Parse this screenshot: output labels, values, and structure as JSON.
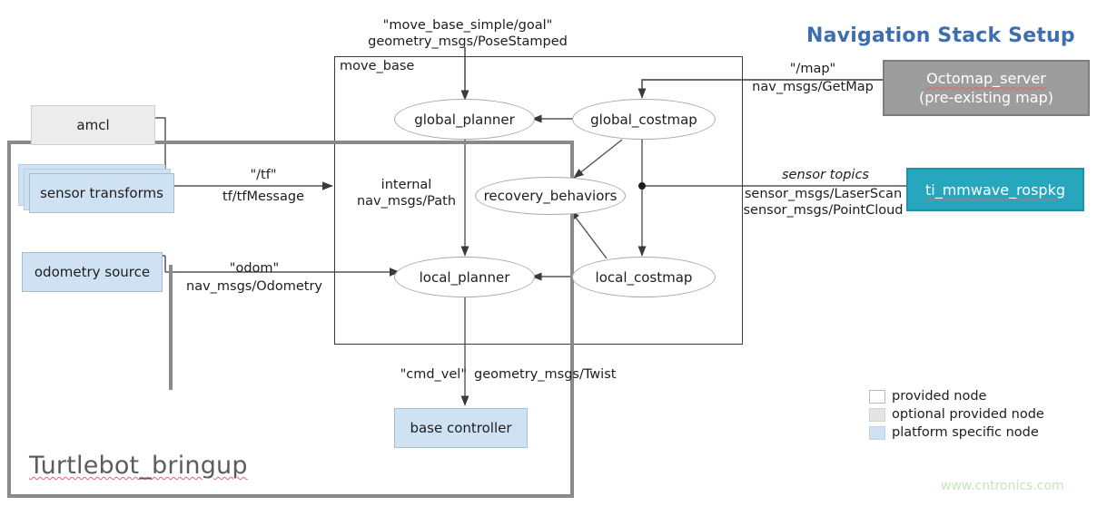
{
  "title": {
    "text": "Navigation Stack Setup",
    "color": "#3d6fae"
  },
  "watermark": {
    "text": "www.cntronics.com",
    "color": "#c9e3bc"
  },
  "containers": {
    "move_base": {
      "label": "move_base"
    },
    "bringup": {
      "label": "Turtlebot_bringup"
    }
  },
  "nodes": {
    "amcl": {
      "label": "amcl",
      "kind": "optional provided node",
      "color": "#ececec"
    },
    "sensor_transforms": {
      "label": "sensor transforms",
      "kind": "platform specific node",
      "color": "#cfe2f3"
    },
    "odometry_source": {
      "label": "odometry source",
      "kind": "platform specific node",
      "color": "#cfe2f3"
    },
    "base_controller": {
      "label": "base controller",
      "kind": "platform specific node",
      "color": "#cfe2f3"
    },
    "global_planner": {
      "label": "global_planner"
    },
    "global_costmap": {
      "label": "global_costmap"
    },
    "recovery_behaviors": {
      "label": "recovery_behaviors"
    },
    "local_planner": {
      "label": "local_planner"
    },
    "local_costmap": {
      "label": "local_costmap"
    },
    "octomap_server": {
      "label": "Octomap_server",
      "sublabel": "(pre-existing  map)",
      "color": "#9d9d9d"
    },
    "ti_mmwave_rospkg": {
      "label": "ti_mmwave_rospkg",
      "color": "#26a7be"
    }
  },
  "edges": {
    "goal": {
      "topic": "\"move_base_simple/goal\"",
      "type": "geometry_msgs/PoseStamped"
    },
    "map": {
      "topic": "\"/map\"",
      "type": "nav_msgs/GetMap"
    },
    "tf": {
      "topic": "\"/tf\"",
      "type": "tf/tfMessage"
    },
    "odom": {
      "topic": "\"odom\"",
      "type": "nav_msgs/Odometry"
    },
    "internal": {
      "topic": "internal",
      "type": "nav_msgs/Path"
    },
    "sensor": {
      "topic": "sensor topics",
      "type1": "sensor_msgs/LaserScan",
      "type2": "sensor_msgs/PointCloud"
    },
    "cmd_vel": {
      "topic": "\"cmd_vel\"",
      "type": "geometry_msgs/Twist"
    }
  },
  "legend": {
    "items": [
      {
        "label": "provided node",
        "color": "#ffffff"
      },
      {
        "label": "optional provided node",
        "color": "#e4e4e4"
      },
      {
        "label": "platform specific node",
        "color": "#cfe2f3"
      }
    ]
  }
}
